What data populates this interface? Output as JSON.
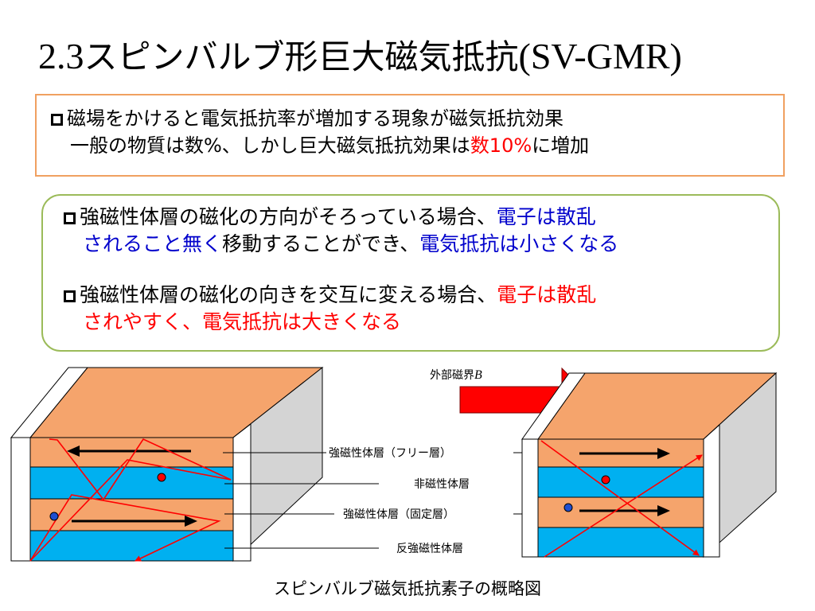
{
  "title": {
    "prefix": "2.3",
    "main": "スピンバルブ形巨大磁気抵抗",
    "suffix": "(SV-GMR)"
  },
  "box1": {
    "line1": "磁場をかけると電気抵抗率が増加する現象が磁気抵抗効果",
    "line2_a": "一般の物質は数%、しかし巨大磁気抵抗効果は",
    "line2_red": "数10%",
    "line2_b": "に増加"
  },
  "box2": {
    "p1_a": "強磁性体層の磁化の方向がそろっている場合、",
    "p1_blue1": "電子は散乱",
    "p1_blue2": "されること無く",
    "p1_b": "移動することができ、",
    "p1_blue3": "電気抵抗は小さくなる",
    "p2_a": "強磁性体層の磁化の向きを交互に変える場合、",
    "p2_red1": "電子は散乱",
    "p2_red2": "されやすく、電気抵抗は大きくなる"
  },
  "diagram": {
    "field_label": "外部磁界",
    "field_symbol": "B",
    "labels": [
      "強磁性体層（フリー層）",
      "非磁性体層",
      "強磁性体層（固定層）",
      "反強磁性体層"
    ]
  },
  "caption": "スピンバルブ磁気抵抗素子の概略図",
  "colors": {
    "orange": "#f5a46c",
    "cyan": "#00b0f0",
    "red": "#ff0000",
    "blue": "#0000cc",
    "grey": "#d0d0d0",
    "box_border": "#f0a060",
    "green_border": "#9bbb59"
  }
}
